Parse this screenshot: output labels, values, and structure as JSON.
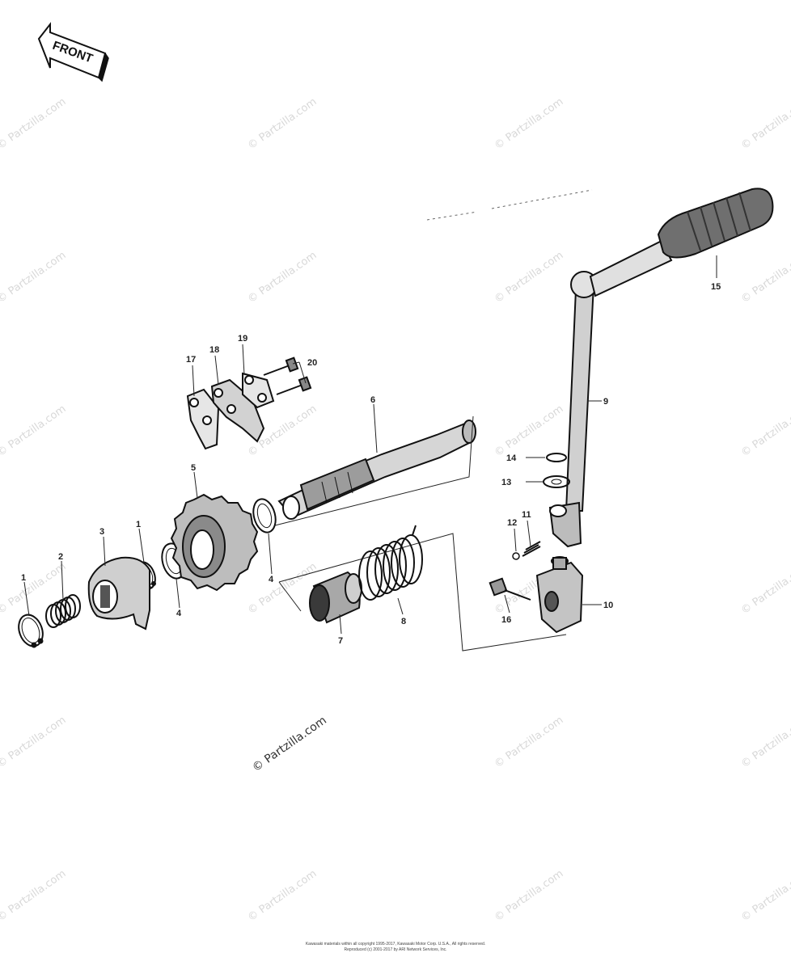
{
  "front_label": "FRONT",
  "watermark": "© Partzilla.com",
  "callouts": {
    "c1a": "1",
    "c1b": "1",
    "c2": "2",
    "c3": "3",
    "c4a": "4",
    "c4b": "4",
    "c5": "5",
    "c6": "6",
    "c7": "7",
    "c8": "8",
    "c9": "9",
    "c10": "10",
    "c11": "11",
    "c12": "12",
    "c13": "13",
    "c14": "14",
    "c15": "15",
    "c16": "16",
    "c17": "17",
    "c18": "18",
    "c19": "19",
    "c20": "20"
  },
  "footer": {
    "line1": "Kawasaki materials within all copyright 1995-2017, Kawasaki Motor Corp. U.S.A., All rights reserved.",
    "line2": "Reproduced (c) 2001-2017 by ARI Network Services, Inc."
  }
}
